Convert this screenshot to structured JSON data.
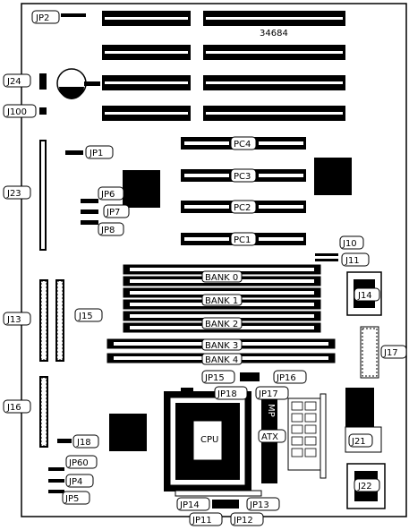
{
  "board": {
    "part_number": "34684",
    "chip_label_cpu": "CPU",
    "atx_label": "ATX",
    "mp_label": "MP"
  },
  "labels": {
    "jp2": "JP2",
    "j24": "J24",
    "j100": "J100",
    "jp1": "JP1",
    "j23": "J23",
    "jp6": "JP6",
    "jp7": "JP7",
    "jp8": "JP8",
    "pc4": "PC4",
    "pc3": "PC3",
    "pc2": "PC2",
    "pc1": "PC1",
    "j10": "J10",
    "j11": "J11",
    "j14": "J14",
    "bank0": "BANK 0",
    "bank1": "BANK 1",
    "bank2": "BANK 2",
    "bank3": "BANK 3",
    "bank4": "BANK 4",
    "j13": "J13",
    "j15": "J15",
    "j17": "J17",
    "jp15": "JP15",
    "jp16": "JP16",
    "jp18": "JP18",
    "jp17": "JP17",
    "j16": "J16",
    "j18": "J18",
    "j21": "J21",
    "j22": "J22",
    "jp60": "JP60",
    "jp4": "JP4",
    "jp5": "JP5",
    "jp14": "JP14",
    "jp13": "JP13",
    "jp11": "JP11",
    "jp12": "JP12"
  }
}
